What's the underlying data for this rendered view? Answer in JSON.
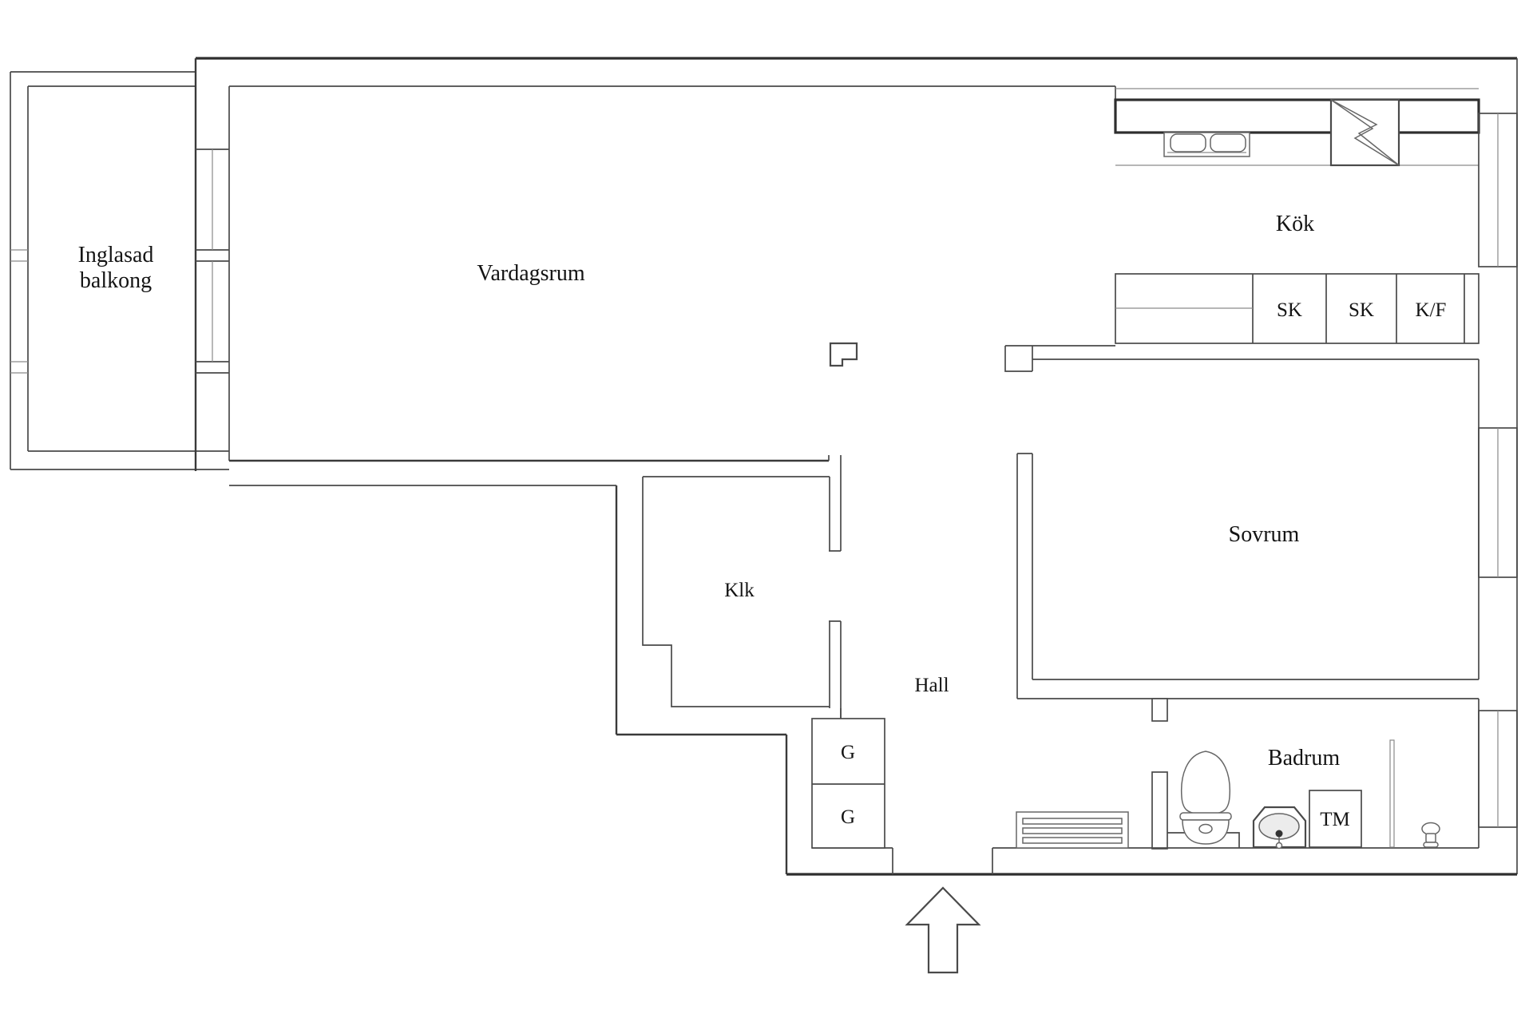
{
  "floor_plan": {
    "title": "Apartment floor plan (Swedish)",
    "labels": {
      "balcony_line1": "Inglasad",
      "balcony_line2": "balkong",
      "living_room": "Vardagsrum",
      "kitchen": "Kök",
      "cabinet_sk_1": "SK",
      "cabinet_sk_2": "SK",
      "cabinet_kf": "K/F",
      "bedroom": "Sovrum",
      "closet": "Klk",
      "hall": "Hall",
      "bathroom": "Badrum",
      "washing_machine": "TM",
      "wardrobe_1": "G",
      "wardrobe_2": "G"
    },
    "colors": {
      "background": "#ffffff",
      "wall": "#2e2e2e",
      "thin_line": "#4a4a4a",
      "fixture_line": "#666666",
      "text": "#141414"
    }
  }
}
